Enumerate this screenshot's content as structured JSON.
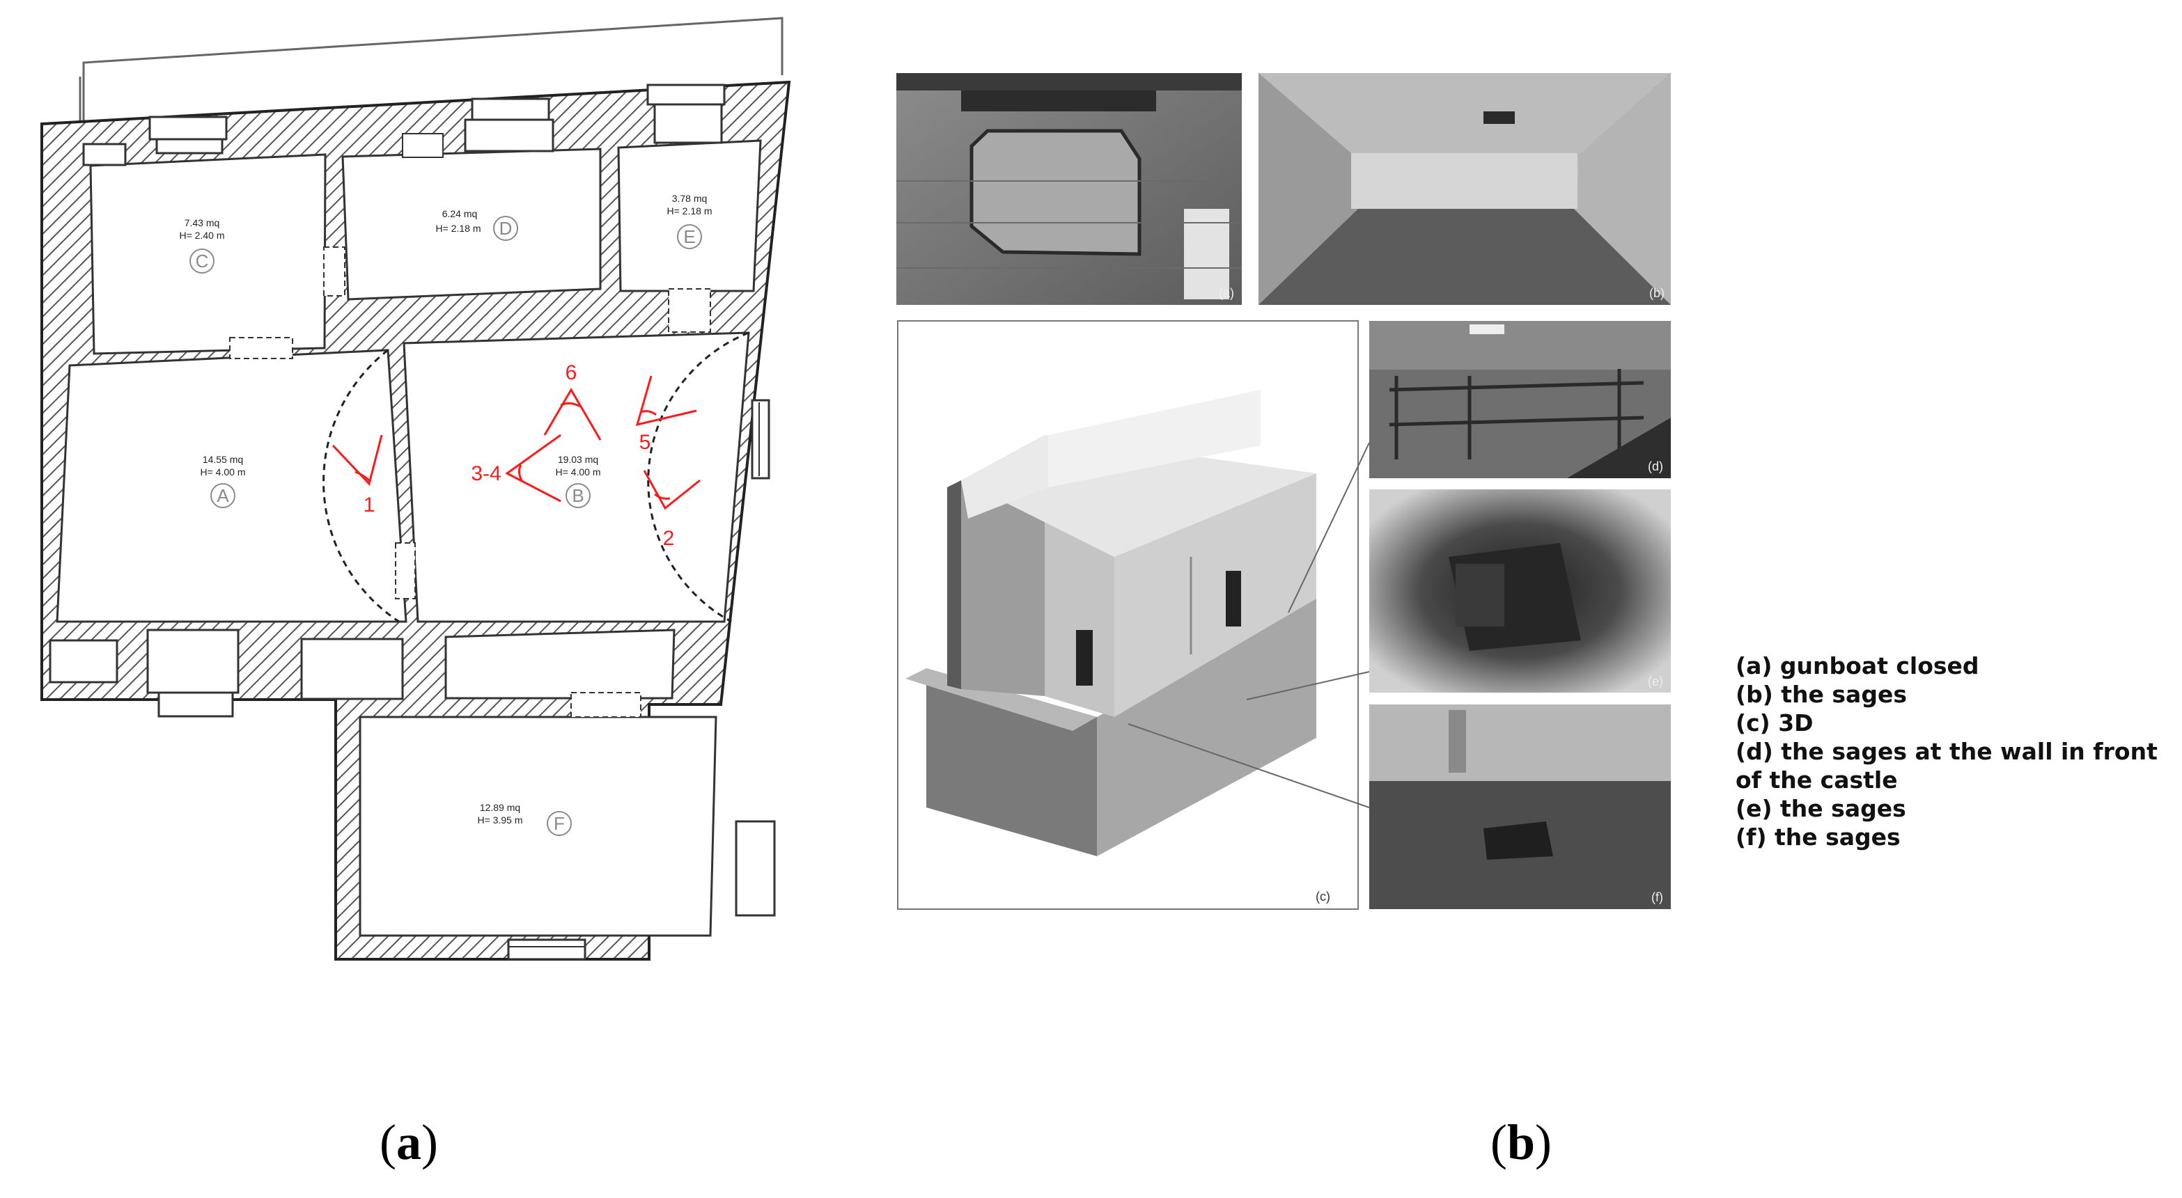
{
  "floorplan": {
    "rooms": [
      {
        "letter": "C",
        "area": "7.43 mq",
        "height": "H= 2.40 m"
      },
      {
        "letter": "D",
        "area": "6.24 mq",
        "height": "H= 2.18 m"
      },
      {
        "letter": "E",
        "area": "3.78 mq",
        "height": "H= 2.18 m"
      },
      {
        "letter": "A",
        "area": "14.55 mq",
        "height": "H= 4.00 m"
      },
      {
        "letter": "B",
        "area": "19.03 mq",
        "height": "H= 4.00 m"
      },
      {
        "letter": "F",
        "area": "12.89 mq",
        "height": "H= 3.95 m"
      }
    ],
    "viewpoints": [
      "1",
      "2",
      "3-4",
      "5",
      "6"
    ],
    "colors": {
      "wall_hatch": "#555555",
      "viewpoint": "#ff1a1a",
      "letter_circle": "#8a8a8a"
    }
  },
  "photos": {
    "tags": [
      "(a)",
      "(b)",
      "(c)",
      "(d)",
      "(e)",
      "(f)"
    ]
  },
  "legend": [
    "(a) gunboat closed",
    "(b) the sages",
    "(c) 3D",
    "(d) the sages at the wall in front of the castle",
    "(e) the sages",
    "(f) the sages"
  ],
  "panel_labels": {
    "left": "a",
    "right": "b"
  }
}
